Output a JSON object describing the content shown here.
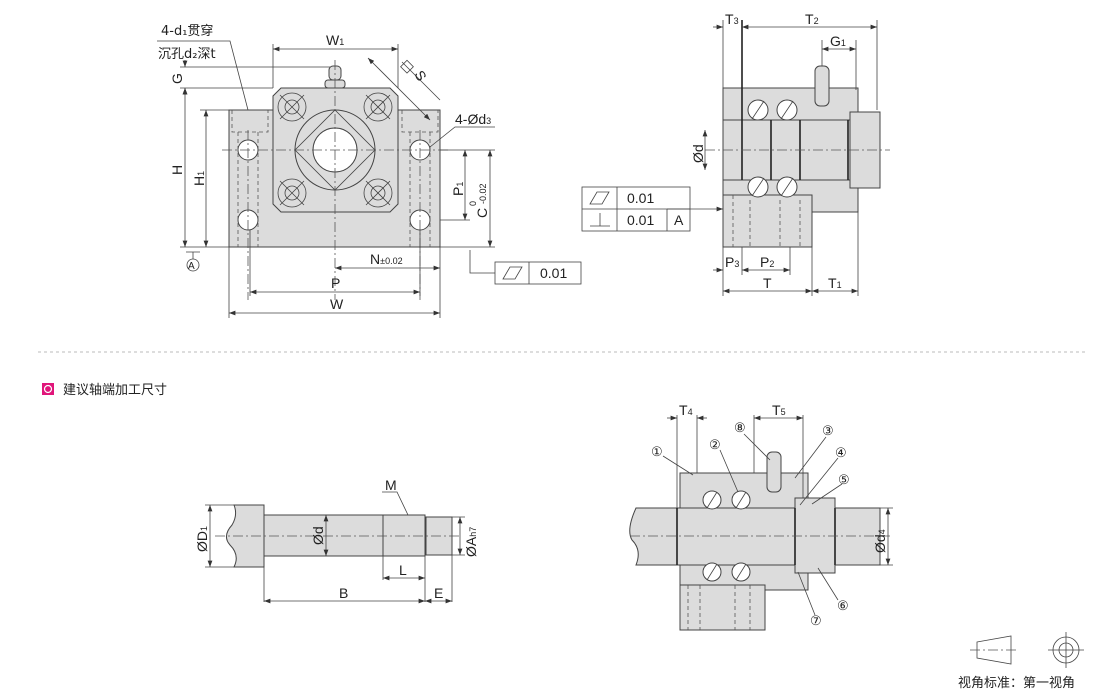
{
  "front_view": {
    "note_thru": "4-d₁贯穿",
    "note_counterbore": "沉孔d₂深t",
    "dims": {
      "W1": "W",
      "W1_sub": "1",
      "G": "G",
      "S": "S",
      "H": "H",
      "H1": "H",
      "H1_sub": "1",
      "d3": "4-Ød",
      "d3_sub": "3",
      "P1": "P",
      "P1_sub": "1",
      "C": "C",
      "C_tol_upper": "0",
      "C_tol_lower": "-0.02",
      "N": "N",
      "N_tol": "±0.02",
      "P": "P",
      "W": "W"
    },
    "datum": "A",
    "flatness": {
      "symbol": "flatness",
      "value": "0.01"
    }
  },
  "side_view": {
    "dims": {
      "T3": "T",
      "T3_sub": "3",
      "T2": "T",
      "T2_sub": "2",
      "G1": "G",
      "G1_sub": "1",
      "d": "Ød",
      "P3": "P",
      "P3_sub": "3",
      "P2": "P",
      "P2_sub": "2",
      "T": "T",
      "T1": "T",
      "T1_sub": "1"
    },
    "tolerance": [
      {
        "symbol": "flatness",
        "value": "0.01",
        "datum": ""
      },
      {
        "symbol": "perpendicularity",
        "value": "0.01",
        "datum": "A"
      }
    ]
  },
  "section": {
    "title": "建议轴端加工尺寸",
    "icon_color": "#e0157a"
  },
  "shaft_view": {
    "dims": {
      "D1": "ØD",
      "D1_sub": "1",
      "d": "Ød",
      "M": "M",
      "L": "L",
      "B": "B",
      "E": "E",
      "A": "ØA",
      "A_sub": "h7"
    }
  },
  "assembly_view": {
    "parts": [
      "①",
      "②",
      "③",
      "④",
      "⑤",
      "⑥",
      "⑦",
      "⑧"
    ],
    "dims": {
      "T4": "T",
      "T4_sub": "4",
      "T5": "T",
      "T5_sub": "5",
      "d4": "Ød",
      "d4_sub": "4"
    }
  },
  "projection": {
    "label": "视角标准：第一视角"
  }
}
